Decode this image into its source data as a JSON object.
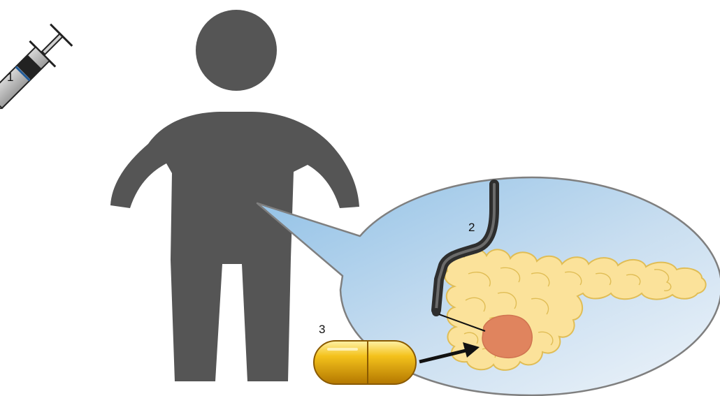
{
  "labels": {
    "syringe": "1",
    "endoscope": "2",
    "capsule": "3"
  },
  "colors": {
    "person": "#555555",
    "bubble_fill_dark": "#8fc0e6",
    "bubble_fill_light": "#eef4fa",
    "bubble_stroke": "#7f7f7f",
    "pancreas": "#fbe29a",
    "pancreas_stroke": "#e0bd55",
    "tumor": "#e0845e",
    "capsule_gold": "#e8a80a",
    "endoscope": "#444444"
  },
  "icons": {
    "syringe": "syringe-icon",
    "person": "person-icon",
    "capsule": "capsule-icon",
    "endoscope": "endoscope-icon",
    "pancreas": "pancreas-icon",
    "tumor": "tumor-icon"
  }
}
